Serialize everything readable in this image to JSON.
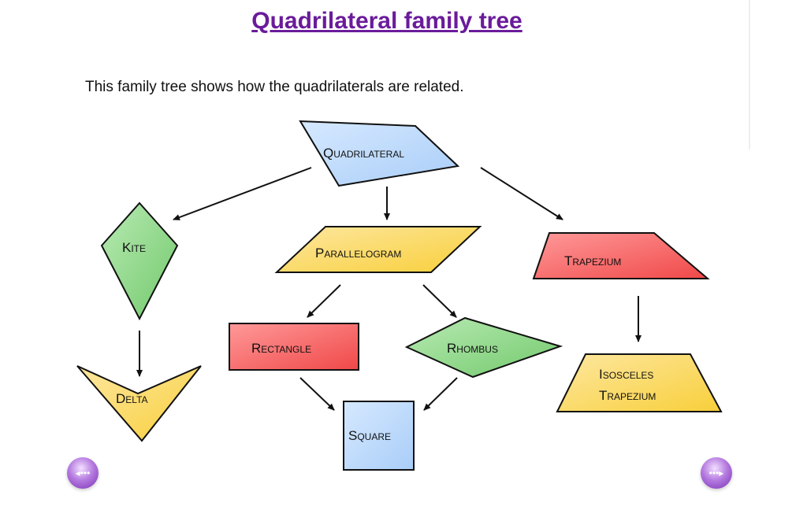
{
  "title": "Quadrilateral family tree",
  "subtitle": "This family tree shows how the quadrilaterals are related.",
  "nodes": {
    "quadrilateral": "Quadrilateral",
    "kite": "Kite",
    "parallelogram": "Parallelogram",
    "trapezium": "Trapezium",
    "delta": "Delta",
    "rectangle": "Rectangle",
    "rhombus": "Rhombus",
    "square": "Square",
    "isosceles_line1": "Isosceles",
    "isosceles_line2": "Trapezium"
  },
  "colors": {
    "blue": "#b9d8fb",
    "green": "#8fd88a",
    "yellow": "#fbd85a",
    "red": "#f46a6a",
    "title": "#6a1b9a"
  },
  "nav": {
    "prev": "previous-slide",
    "next": "next-slide"
  }
}
